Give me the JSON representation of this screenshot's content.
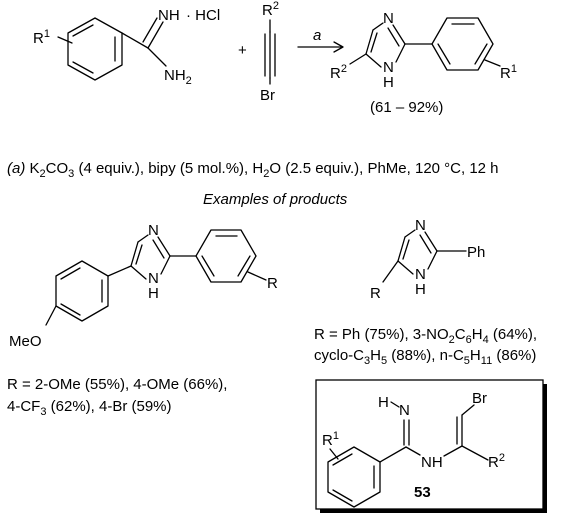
{
  "reaction": {
    "reactant1": {
      "substituent": "R",
      "substituent_sup": "1",
      "group_top": "NH",
      "salt": "· HCl",
      "group_bottom": "NH",
      "group_bottom_sub": "2"
    },
    "plus": "+",
    "alkyne": {
      "substituent": "R",
      "substituent_sup": "2",
      "halogen": "Br"
    },
    "arrow_label": "a",
    "product": {
      "ring_N": "N",
      "ring_NH": "N",
      "ring_H": "H",
      "substituent2": "R",
      "substituent2_sup": "2",
      "substituent1": "R",
      "substituent1_sup": "1"
    },
    "yield": "(61 – 92%)"
  },
  "conditions": {
    "label": "(a)",
    "reagents": [
      {
        "text": " K",
        "sub": "2",
        "rest": "CO"
      },
      {
        "text": "",
        "sub": "3",
        "rest": " (4 equiv.), bipy (5 mol.%), H"
      },
      {
        "text": "",
        "sub": "2",
        "rest": "O (2.5 equiv.), PhMe, 120 °C, 12 h"
      }
    ]
  },
  "section_title": "Examples of products",
  "example1": {
    "methoxy": "MeO",
    "ring_N": "N",
    "ring_NH": "N",
    "ring_H": "H",
    "substituent": "R",
    "results_line1": "R = 2-OMe (55%), 4-OMe (66%),",
    "results_line2_a": "4-CF",
    "results_line2_sub": "3",
    "results_line2_b": " (62%), 4-Br (59%)"
  },
  "example2": {
    "ring_N": "N",
    "ring_NH": "N",
    "ring_H": "H",
    "phenyl": "Ph",
    "substituent": "R",
    "results_line1_a": "R = Ph (75%), 3-NO",
    "results_line1_sub1": "2",
    "results_line1_b": "C",
    "results_line1_sub2": "6",
    "results_line1_c": "H",
    "results_line1_sub3": "4",
    "results_line1_d": " (64%),",
    "results_line2_a": "cyclo-C",
    "results_line2_sub1": "3",
    "results_line2_b": "H",
    "results_line2_sub2": "5",
    "results_line2_c": " (88%), n-C",
    "results_line2_sub3": "5",
    "results_line2_d": "H",
    "results_line2_sub4": "11",
    "results_line2_e": " (86%)"
  },
  "intermediate": {
    "H": "H",
    "N": "N",
    "halogen": "Br",
    "substituent1": "R",
    "substituent1_sup": "1",
    "NH": "NH",
    "substituent2": "R",
    "substituent2_sup": "2",
    "compound_number": "53"
  }
}
